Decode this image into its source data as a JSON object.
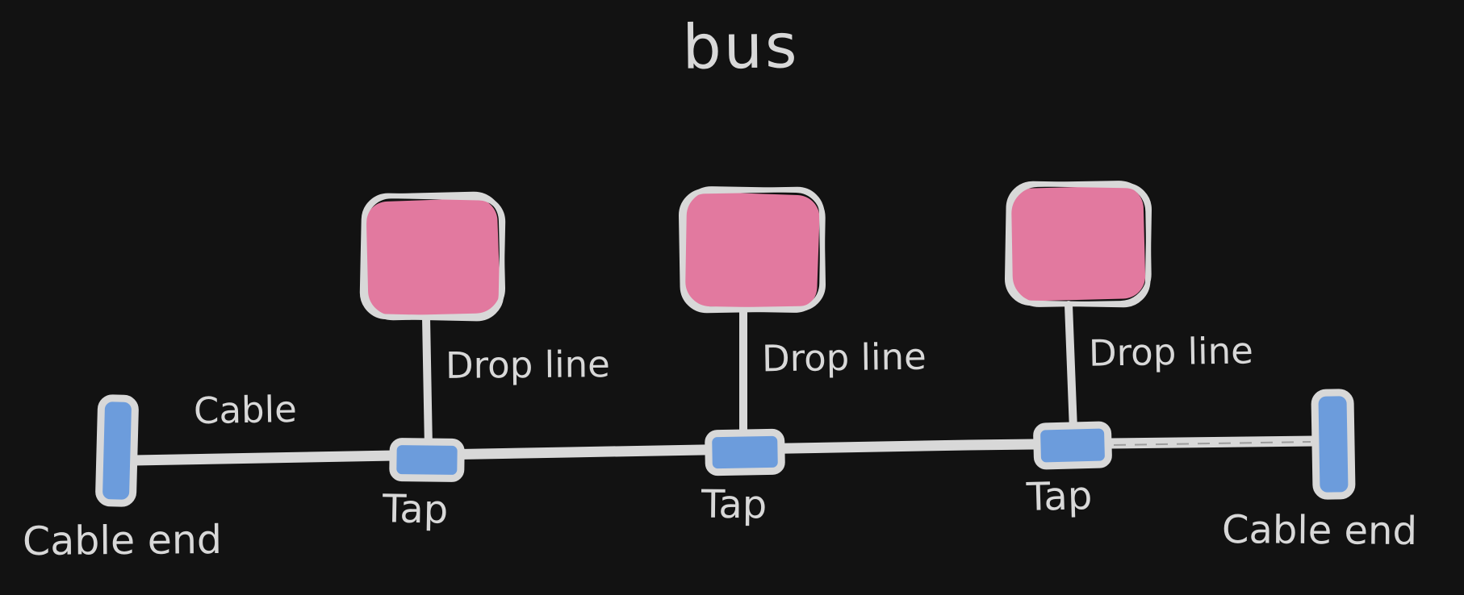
{
  "colors": {
    "background": "#121212",
    "stroke": "#d8d8d8",
    "text": "#d8d8d8",
    "node_fill": "#e2799f",
    "tap_fill": "#6c9cdc"
  },
  "diagram": {
    "title": "bus",
    "cable": {
      "label": "Cable"
    },
    "cable_ends": [
      {
        "label": "Cable end",
        "position": "left"
      },
      {
        "label": "Cable end",
        "position": "right"
      }
    ],
    "taps": [
      {
        "label": "Tap"
      },
      {
        "label": "Tap"
      },
      {
        "label": "Tap"
      }
    ],
    "drop_lines": [
      {
        "label": "Drop line"
      },
      {
        "label": "Drop line"
      },
      {
        "label": "Drop line"
      }
    ]
  }
}
